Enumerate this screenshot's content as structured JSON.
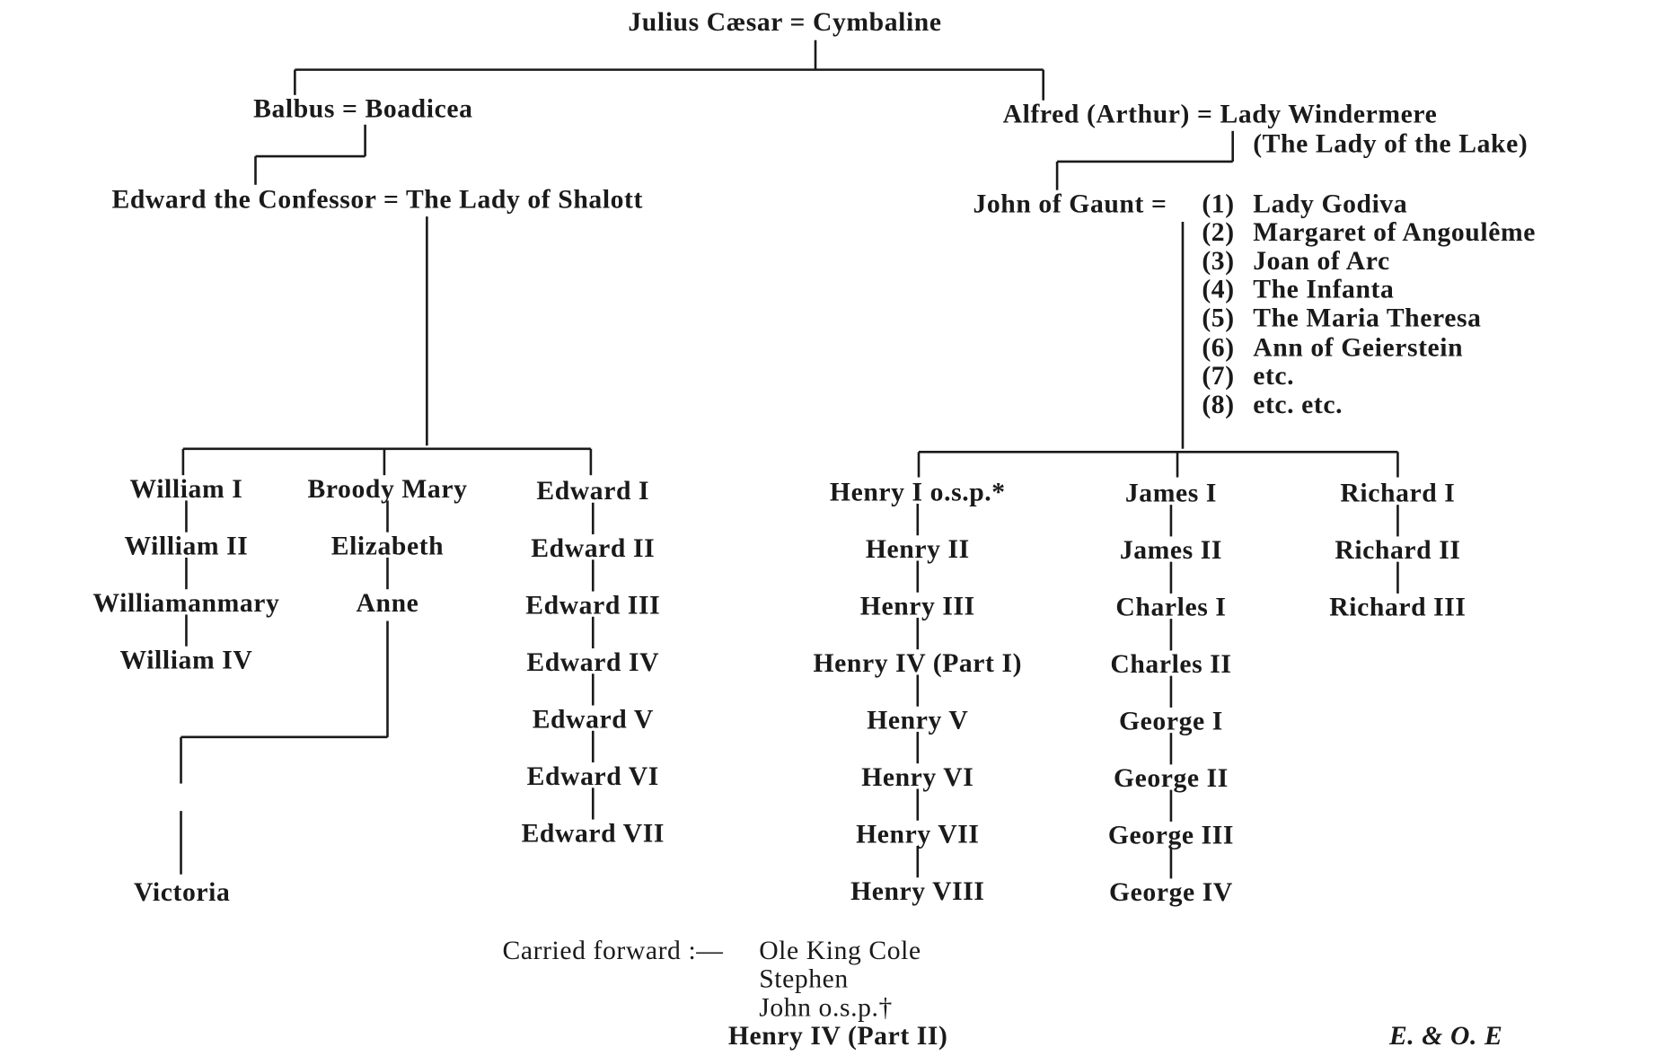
{
  "root": {
    "husband": "Julius Cæsar",
    "wife": "Cymbaline",
    "marriage_sign": "="
  },
  "left_branch": {
    "husband": "Balbus",
    "wife": "Boadicea",
    "marriage_sign": "="
  },
  "left_child": {
    "husband": "Edward the Confessor",
    "wife": "The Lady of Shalott",
    "marriage_sign": "="
  },
  "right_branch": {
    "husband": "Alfred (Arthur)",
    "wife": "Lady Windermere",
    "wife_alias": "(The Lady of the Lake)",
    "marriage_sign": "="
  },
  "right_child": {
    "husband": "John of Gaunt",
    "marriage_sign": "=",
    "wives": [
      {
        "num": "(1)",
        "name": "Lady Godiva"
      },
      {
        "num": "(2)",
        "name": "Margaret of Angoulême"
      },
      {
        "num": "(3)",
        "name": "Joan of Arc"
      },
      {
        "num": "(4)",
        "name": "The Infanta"
      },
      {
        "num": "(5)",
        "name": "The Maria Theresa"
      },
      {
        "num": "(6)",
        "name": "Ann of Geierstein"
      },
      {
        "num": "(7)",
        "name": "etc."
      },
      {
        "num": "(8)",
        "name": "etc. etc."
      }
    ]
  },
  "lines": {
    "william": [
      "William I",
      "William II",
      "Williamanmary",
      "William IV"
    ],
    "mary": [
      "Broody Mary",
      "Elizabeth",
      "Anne"
    ],
    "edward": [
      "Edward I",
      "Edward II",
      "Edward III",
      "Edward IV",
      "Edward V",
      "Edward VI",
      "Edward VII"
    ],
    "henry": [
      "Henry I o.s.p.*",
      "Henry II",
      "Henry III",
      "Henry IV (Part I)",
      "Henry V",
      "Henry VI",
      "Henry VII",
      "Henry VIII"
    ],
    "james": [
      "James I",
      "James II",
      "Charles I",
      "Charles II",
      "George I",
      "George II",
      "George III",
      "George IV"
    ],
    "richard": [
      "Richard I",
      "Richard II",
      "Richard III"
    ]
  },
  "victoria": "Victoria",
  "carried_forward": {
    "label": "Carried forward :—",
    "names": [
      "Ole King Cole",
      "Stephen",
      "John o.s.p.†",
      "Henry IV (Part II)"
    ]
  },
  "errata": "E. & O. E"
}
